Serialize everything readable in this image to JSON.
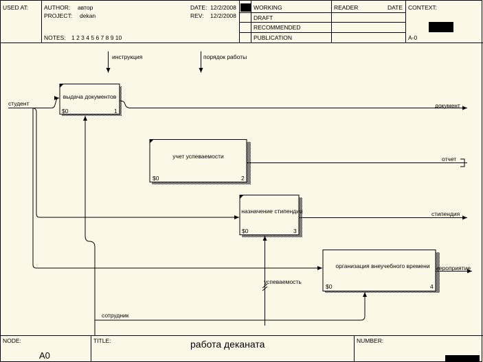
{
  "header": {
    "used_at_label": "USED AT:",
    "author_label": "AUTHOR:",
    "author": "автор",
    "project_label": "PROJECT:",
    "project": "dekan",
    "notes_label": "NOTES:",
    "notes": "1  2  3  4  5  6  7  8  9  10",
    "date_label": "DATE:",
    "date": "12/2/2008",
    "rev_label": "REV:",
    "rev": "12/2/2008",
    "status_items": [
      "WORKING",
      "DRAFT",
      "RECOMMENDED",
      "PUBLICATION"
    ],
    "reader_label": "READER",
    "reader_date_label": "DATE",
    "context_label": "CONTEXT:",
    "context_node": "A-0"
  },
  "footer": {
    "node_label": "NODE:",
    "node": "A0",
    "title_label": "TITLE:",
    "title": "работа деканата",
    "number_label": "NUMBER:"
  },
  "activities": [
    {
      "label": "выдача документов",
      "cost": "$0",
      "number": "1"
    },
    {
      "label": "учет успеваемости",
      "cost": "$0",
      "number": "2"
    },
    {
      "label": "назначение стипендии",
      "cost": "$0",
      "number": "3"
    },
    {
      "label": "организация внеучебного времени",
      "cost": "$0",
      "number": "4"
    }
  ],
  "arrows": {
    "instruction": "инструкция",
    "work_order": "порядок работы",
    "student": "студент",
    "document": "документ",
    "report": "отчет",
    "scholarship": "стипендия",
    "event": "мероприятие",
    "performance": "успеваемость",
    "employee": "сотрудник"
  },
  "colors": {
    "background": "#fcf8e8",
    "line": "#000000"
  }
}
